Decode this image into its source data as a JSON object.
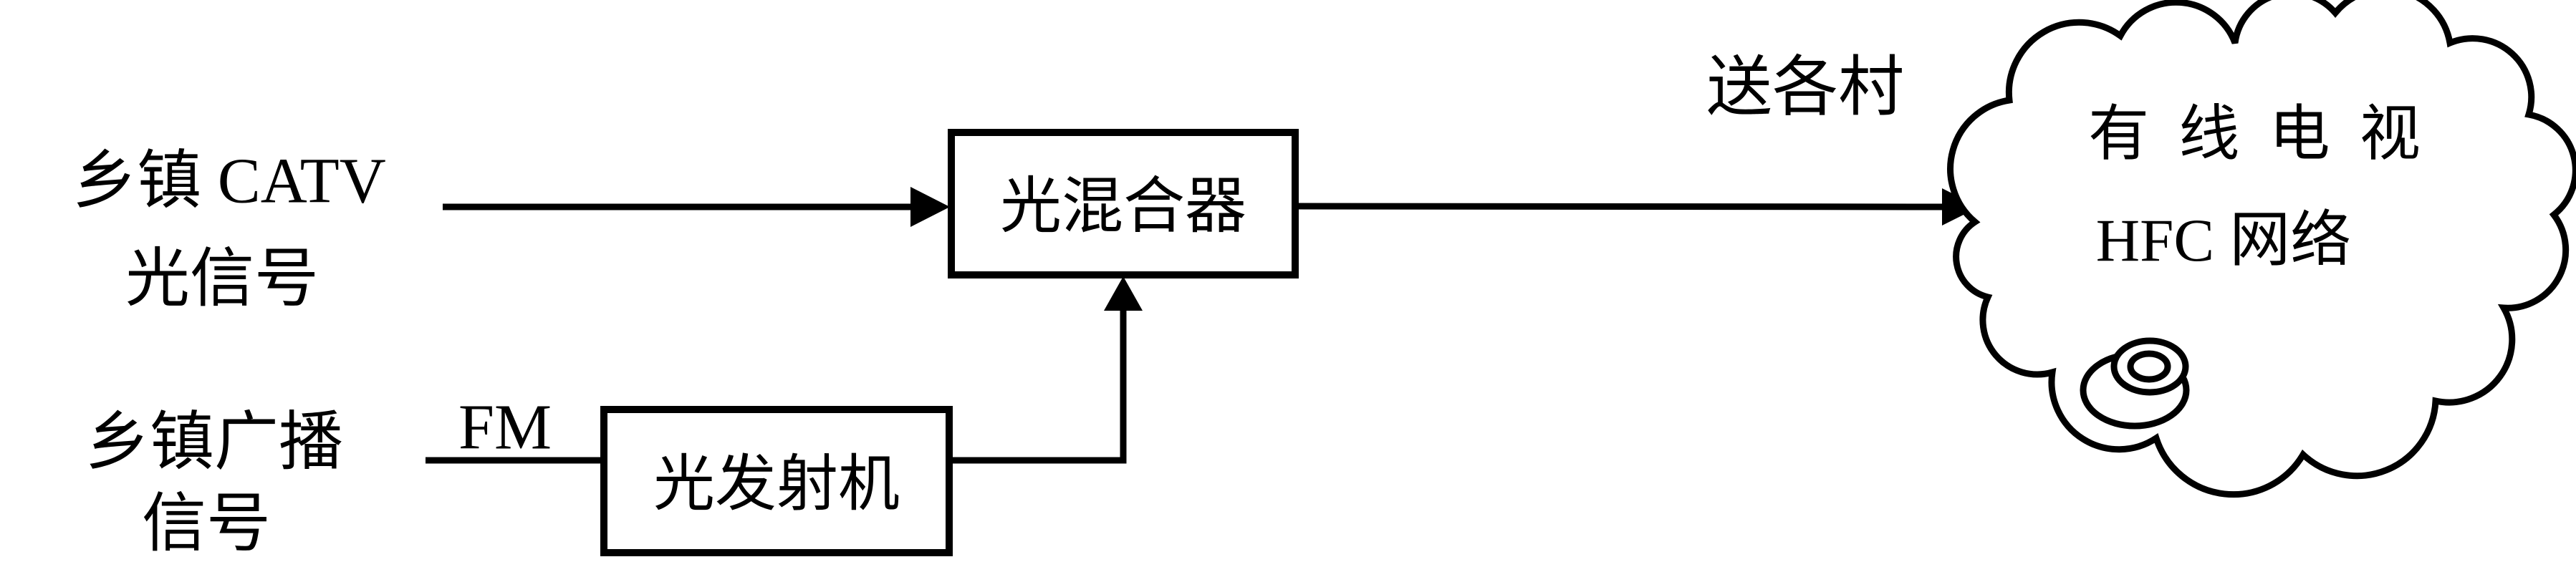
{
  "diagram": {
    "background_color": "#ffffff",
    "line_color": "#000000",
    "source_catv": {
      "line1": "乡镇 CATV",
      "line2": "光信号"
    },
    "source_broadcast": {
      "line1": "乡镇广播",
      "line2": "信号"
    },
    "fm_label": "FM",
    "transmitter_box": {
      "label": "光发射机"
    },
    "mixer_box": {
      "label": "光混合器"
    },
    "route_label": "送各村",
    "cloud": {
      "line1": "有 线 电 视",
      "line2": "HFC 网络"
    }
  }
}
